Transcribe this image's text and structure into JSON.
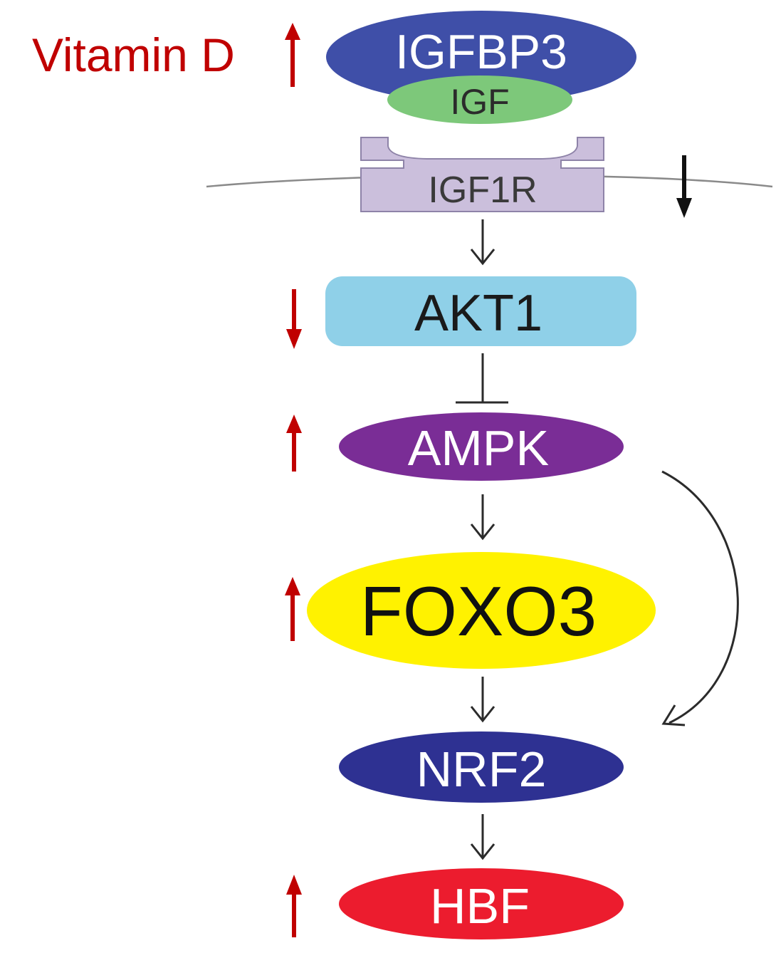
{
  "trigger": {
    "label": "Vitamin D",
    "color": "#c00000"
  },
  "nodes": {
    "igfbp3": {
      "label": "IGFBP3",
      "fill": "#3f4fa8",
      "text_color": "#ffffff",
      "shape": "ellipse"
    },
    "igf": {
      "label": "IGF",
      "fill": "#7dc87a",
      "text_color": "#2b2b2b",
      "shape": "ellipse"
    },
    "igf1r": {
      "label": "IGF1R",
      "fill": "#cbbfdc",
      "text_color": "#3a3a3a",
      "shape": "receptor"
    },
    "akt1": {
      "label": "AKT1",
      "fill": "#8fd0e8",
      "text_color": "#1a1a1a",
      "shape": "rounded-rect"
    },
    "ampk": {
      "label": "AMPK",
      "fill": "#7a2d96",
      "text_color": "#ffffff",
      "shape": "ellipse"
    },
    "foxo3": {
      "label": "FOXO3",
      "fill": "#fff200",
      "text_color": "#111111",
      "shape": "ellipse"
    },
    "nrf2": {
      "label": "NRF2",
      "fill": "#2e3192",
      "text_color": "#ffffff",
      "shape": "ellipse"
    },
    "hbf": {
      "label": "HBF",
      "fill": "#ec1c2e",
      "text_color": "#ffffff",
      "shape": "ellipse"
    }
  },
  "edges": [
    {
      "from": "igf1r",
      "to": "akt1",
      "type": "activation"
    },
    {
      "from": "akt1",
      "to": "ampk",
      "type": "inhibition"
    },
    {
      "from": "ampk",
      "to": "foxo3",
      "type": "activation"
    },
    {
      "from": "foxo3",
      "to": "nrf2",
      "type": "activation"
    },
    {
      "from": "ampk",
      "to": "nrf2",
      "type": "activation-curved"
    },
    {
      "from": "nrf2",
      "to": "hbf",
      "type": "activation"
    }
  ],
  "regulation_marks": [
    {
      "target": "igfbp3",
      "direction": "up",
      "color": "#c00000"
    },
    {
      "target": "igf1r",
      "direction": "down",
      "color": "#111111"
    },
    {
      "target": "akt1",
      "direction": "down",
      "color": "#c00000"
    },
    {
      "target": "ampk",
      "direction": "up",
      "color": "#c00000"
    },
    {
      "target": "foxo3",
      "direction": "up",
      "color": "#c00000"
    },
    {
      "target": "hbf",
      "direction": "up",
      "color": "#c00000"
    }
  ],
  "colors": {
    "edge": "#2b2b2b",
    "membrane": "#8a8a8a",
    "receptor_stroke": "#8e83a8"
  }
}
